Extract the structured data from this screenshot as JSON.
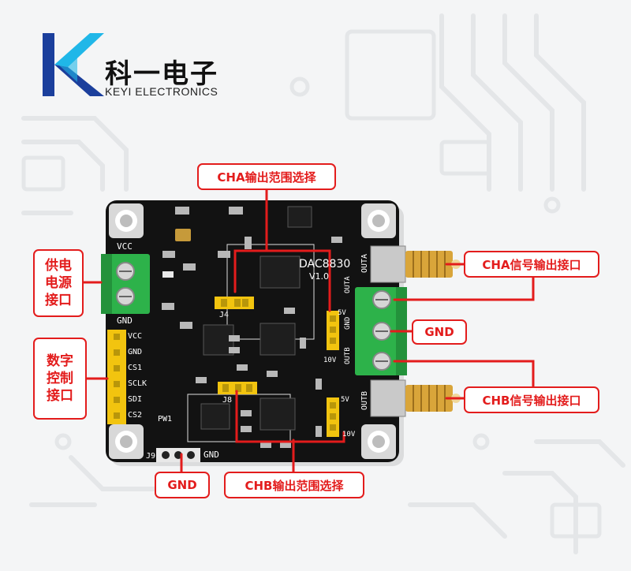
{
  "brand": {
    "name_cn": "科一电子",
    "name_en": "KEYI ELECTRONICS"
  },
  "callouts": {
    "cha_range": "CHA输出范围选择",
    "power_in": "供电\n电源\n接口",
    "digital_ctrl": "数字\n控制\n接口",
    "cha_out": "CHA信号输出接口",
    "gnd_right": "GND",
    "chb_out": "CHB信号输出接口",
    "gnd_bottom": "GND",
    "chb_range": "CHB输出范围选择"
  },
  "silkscreen": {
    "chip": "DAC8830",
    "version": "V1.0",
    "vcc_top": "VCC",
    "gnd_left": "GND",
    "pins": [
      "VCC",
      "GND",
      "CS1",
      "SCLK",
      "SDI",
      "CS2"
    ],
    "outa": "OUTA",
    "gnd_mid": "GND",
    "outb": "OUTB",
    "outa_r": "OUTA",
    "outb_r": "OUTB",
    "five_v": "5V",
    "ten_v": "10V",
    "five_v_b": "5V",
    "ten_v_b": "10V",
    "gnd_bottom": "GND",
    "j4": "J4",
    "j8": "J8",
    "j9": "J9",
    "pw1": "PW1"
  },
  "colors": {
    "accent_red": "#e31c1c",
    "pcb_black": "#111111",
    "terminal_green": "#2db24a",
    "jumper_yellow": "#f2c40f",
    "logo_blue": "#1b3f9c",
    "logo_cyan": "#20b7e8"
  }
}
